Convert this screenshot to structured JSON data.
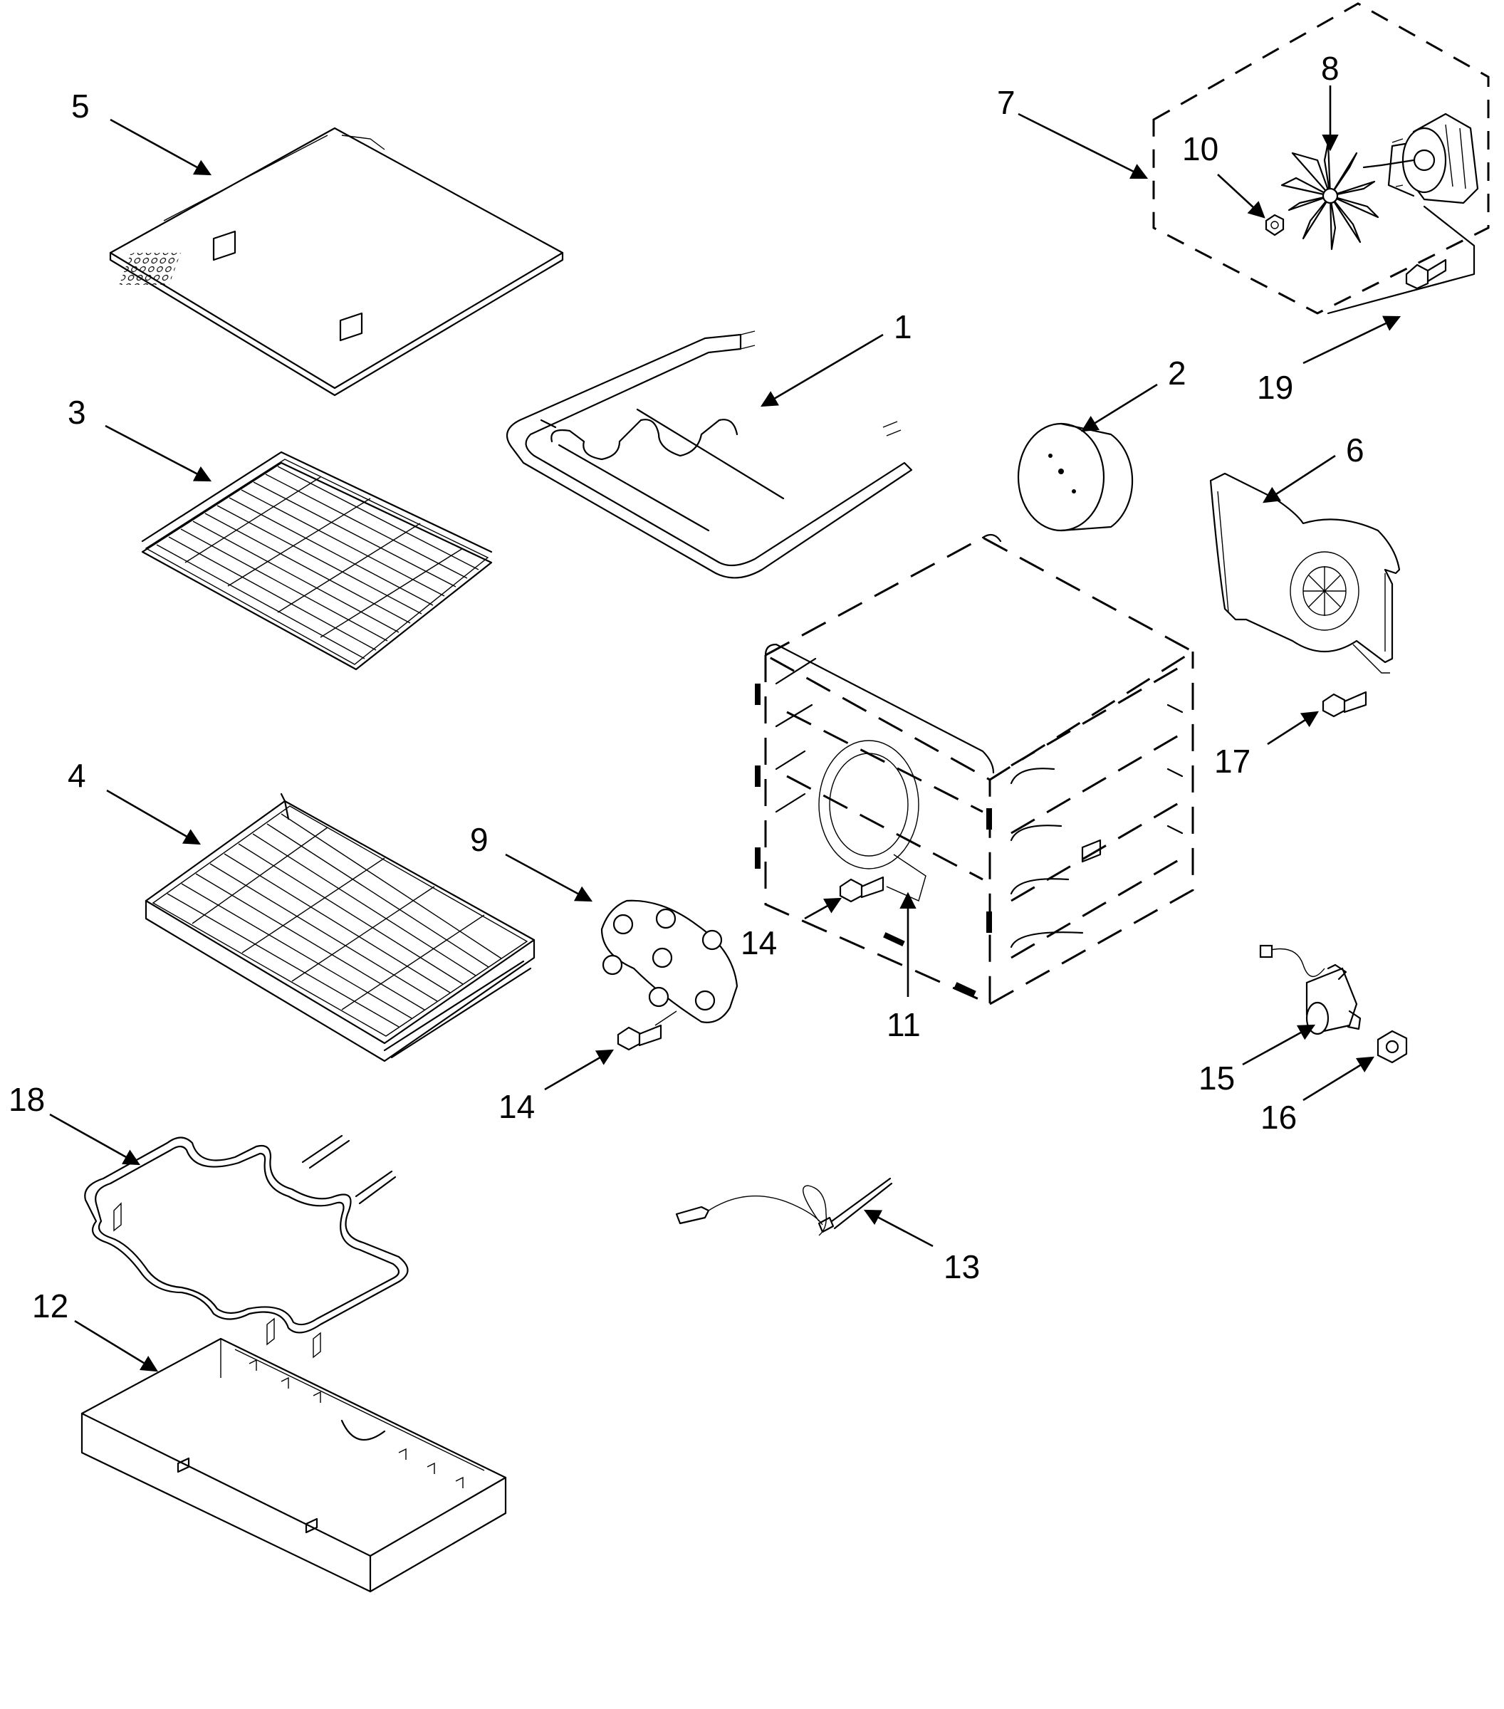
{
  "callouts": {
    "c1": "1",
    "c2": "2",
    "c3": "3",
    "c4": "4",
    "c5": "5",
    "c6": "6",
    "c7": "7",
    "c8": "8",
    "c9": "9",
    "c10": "10",
    "c11": "11",
    "c12": "12",
    "c13": "13",
    "c14a": "14",
    "c14b": "14",
    "c15": "15",
    "c16": "16",
    "c17": "17",
    "c18": "18",
    "c19": "19"
  },
  "colors": {
    "line": "#000000",
    "background": "#ffffff"
  }
}
